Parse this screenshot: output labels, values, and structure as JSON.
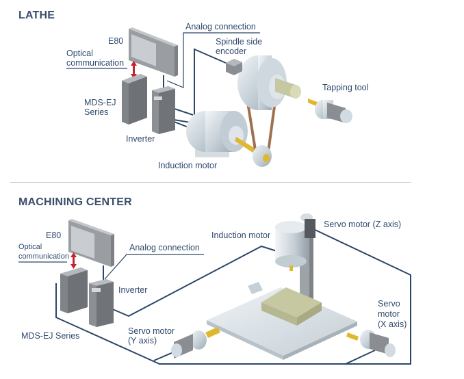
{
  "sections": [
    {
      "title": "LATHE",
      "labels": {
        "controller": "E80",
        "optical_line1": "Optical",
        "optical_line2": "communication",
        "analog": "Analog connection",
        "encoder_line1": "Spindle side",
        "encoder_line2": "encoder",
        "drive_line1": "MDS-EJ",
        "drive_line2": "Series",
        "inverter": "Inverter",
        "induction_motor": "Induction motor",
        "tapping_tool": "Tapping tool"
      }
    },
    {
      "title": "MACHINING CENTER",
      "labels": {
        "controller": "E80",
        "optical_line1": "Optical",
        "optical_line2": "communication",
        "analog": "Analog connection",
        "inverter": "Inverter",
        "drive": "MDS-EJ Series",
        "induction_motor": "Induction motor",
        "servo_z": "Servo motor (Z axis)",
        "servo_y_line1": "Servo motor",
        "servo_y_line2": "(Y axis)",
        "servo_x_line1": "Servo",
        "servo_x_line2": "motor",
        "servo_x_line3": "(X axis)"
      }
    }
  ],
  "colors": {
    "title": "#3b4f6b",
    "label": "#2f4a6e",
    "wire": "#2c4667",
    "optical_arrow": "#c8202f",
    "belt": "#a0704f",
    "shaft": "#e0b830",
    "workpiece": "#c5c8a0"
  }
}
